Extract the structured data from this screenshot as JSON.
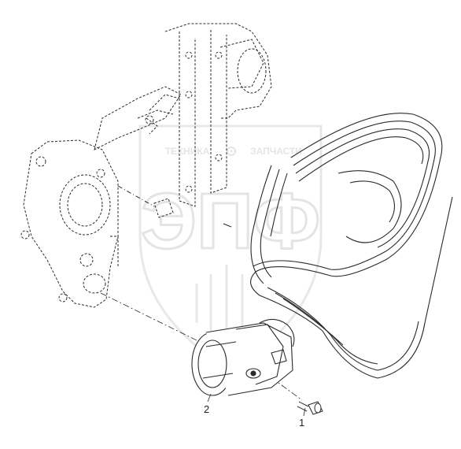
{
  "watermark": {
    "line_left": "ТЕХНИКА",
    "line_right": "ЗАПЧАСТИ",
    "logo": "ЭПФ",
    "color": "#c9c9c9"
  },
  "callouts": [
    {
      "id": "1",
      "label": "1"
    },
    {
      "id": "2",
      "label": "2"
    }
  ],
  "colors": {
    "line": "#2a2a2a",
    "paper": "#ffffff"
  }
}
